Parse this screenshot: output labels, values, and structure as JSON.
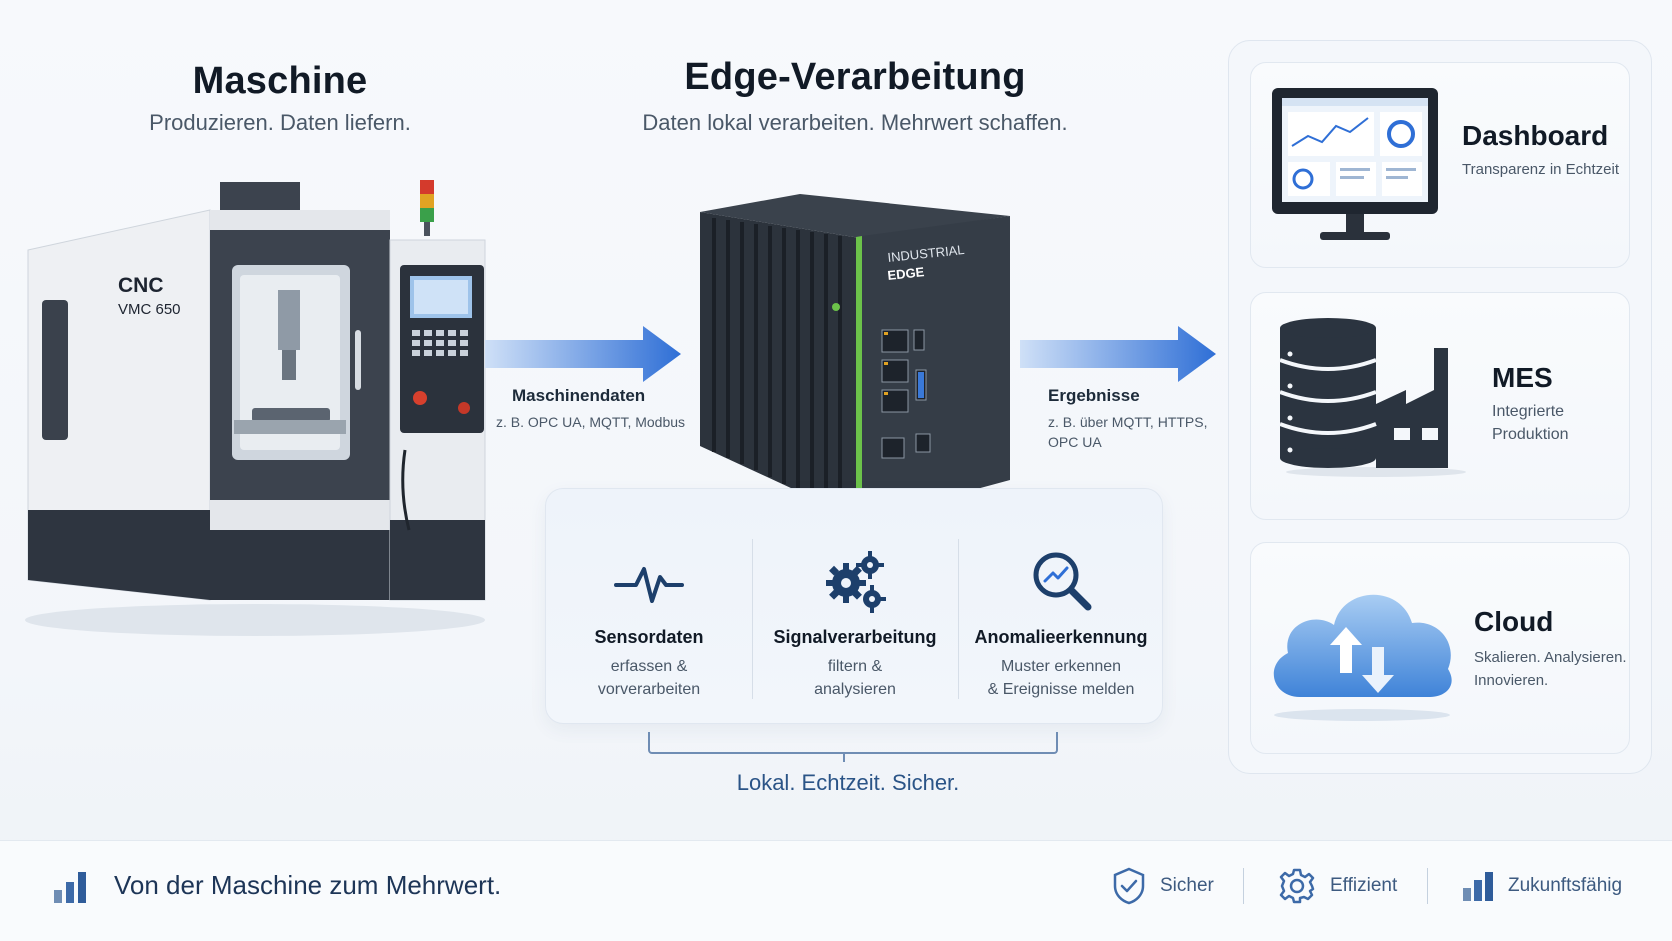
{
  "machine": {
    "title": "Maschine",
    "subtitle": "Produzieren. Daten liefern.",
    "label_line1": "CNC",
    "label_line2": "VMC 650"
  },
  "edge": {
    "title": "Edge-Verarbeitung",
    "subtitle": "Daten lokal verarbeiten. Mehrwert schaffen.",
    "device_line1": "INDUSTRIAL",
    "device_line2": "EDGE"
  },
  "arrow_in": {
    "label": "Maschinendaten",
    "detail": "z. B. OPC UA, MQTT, Modbus"
  },
  "arrow_out": {
    "label": "Ergebnisse",
    "detail_line1": "z. B. über MQTT, HTTPS,",
    "detail_line2": "OPC UA"
  },
  "functions": [
    {
      "icon": "pulse-icon",
      "name": "Sensordaten",
      "desc1": "erfassen &",
      "desc2": "vorverarbeiten"
    },
    {
      "icon": "gears-icon",
      "name": "Signalverarbeitung",
      "desc1": "filtern &",
      "desc2": "analysieren"
    },
    {
      "icon": "magnifier-chart-icon",
      "name": "Anomalieerkennung",
      "desc1": "Muster erkennen",
      "desc2": "& Ereignisse melden"
    }
  ],
  "tagline": "Lokal. Echtzeit. Sicher.",
  "destinations": [
    {
      "icon": "monitor-icon",
      "title": "Dashboard",
      "desc1": "Transparenz in Echtzeit",
      "desc2": ""
    },
    {
      "icon": "database-factory-icon",
      "title": "MES",
      "desc1": "Integrierte",
      "desc2": "Produktion"
    },
    {
      "icon": "cloud-icon",
      "title": "Cloud",
      "desc1": "Skalieren. Analysieren.",
      "desc2": "Innovieren."
    }
  ],
  "footer": {
    "text": "Von der Maschine zum Mehrwert.",
    "badges": [
      {
        "icon": "shield-icon",
        "label": "Sicher"
      },
      {
        "icon": "gear-icon",
        "label": "Effizient"
      },
      {
        "icon": "bar-chart-icon",
        "label": "Zukunftsfähig"
      }
    ]
  },
  "colors": {
    "accent_blue": "#2f6fd6",
    "dark_navy": "#1d3557",
    "edge_green": "#6cc24a"
  }
}
